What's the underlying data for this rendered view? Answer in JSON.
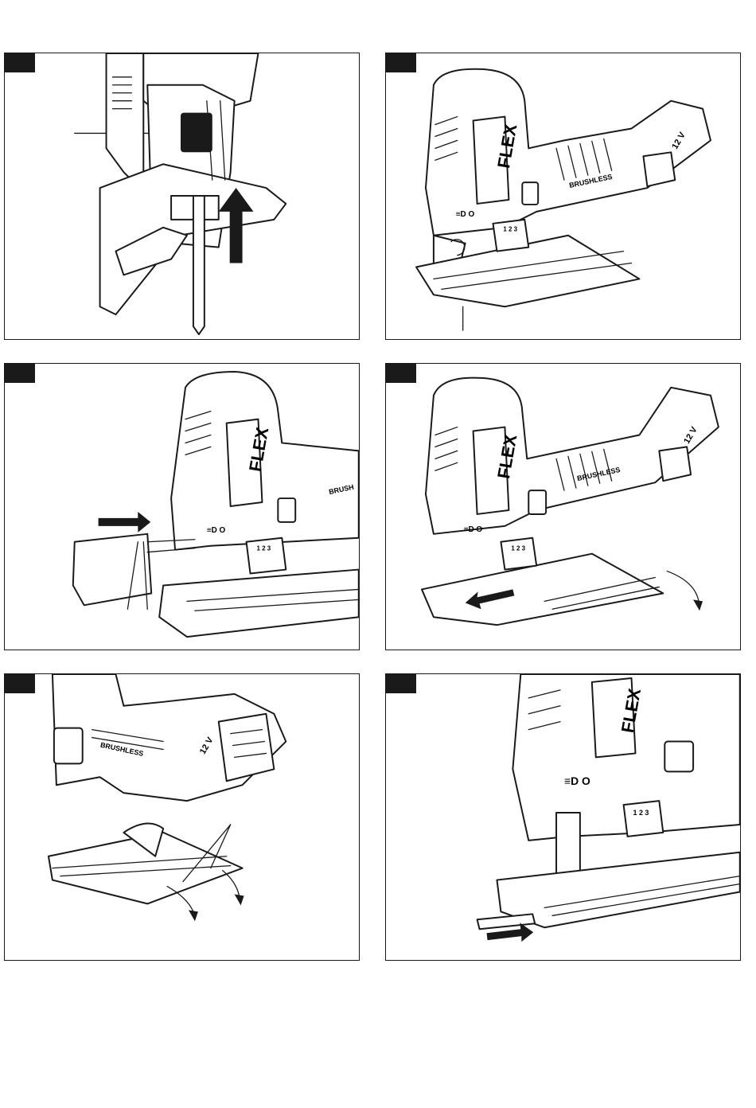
{
  "panels": [
    {
      "id": "p1",
      "tab": ""
    },
    {
      "id": "p2",
      "tab": "",
      "brand": "FLEX",
      "badge": "BRUSHLESS",
      "voltage": "12 V",
      "speeds": "1 2 3"
    },
    {
      "id": "p3",
      "tab": "",
      "brand": "FLEX",
      "badge": "BRUSH",
      "speeds": "1 2 3"
    },
    {
      "id": "p4",
      "tab": "",
      "brand": "FLEX",
      "badge": "BRUSHLESS",
      "voltage": "12 V",
      "speeds": "1 2 3"
    },
    {
      "id": "p5",
      "tab": "",
      "badge": "BRUSHLESS",
      "voltage": "12 V"
    },
    {
      "id": "p6",
      "tab": "",
      "brand": "FLEX",
      "speeds": "1 2 3"
    }
  ],
  "colors": {
    "ink": "#1a1a1a",
    "paper": "#ffffff"
  }
}
